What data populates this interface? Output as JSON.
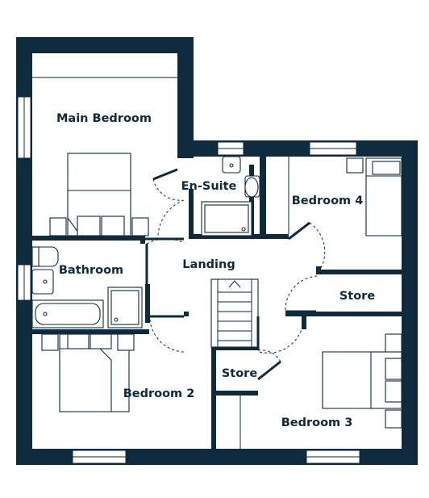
{
  "plan": {
    "wall_color": "#0e2a3c",
    "background_color": "#ffffff",
    "rooms": {
      "main_bedroom": "Main Bedroom",
      "en_suite": "En-Suite",
      "bedroom_4": "Bedroom 4",
      "bathroom": "Bathroom",
      "landing": "Landing",
      "store_right": "Store",
      "store_small": "Store",
      "bedroom_2": "Bedroom 2",
      "bedroom_3": "Bedroom 3"
    }
  }
}
